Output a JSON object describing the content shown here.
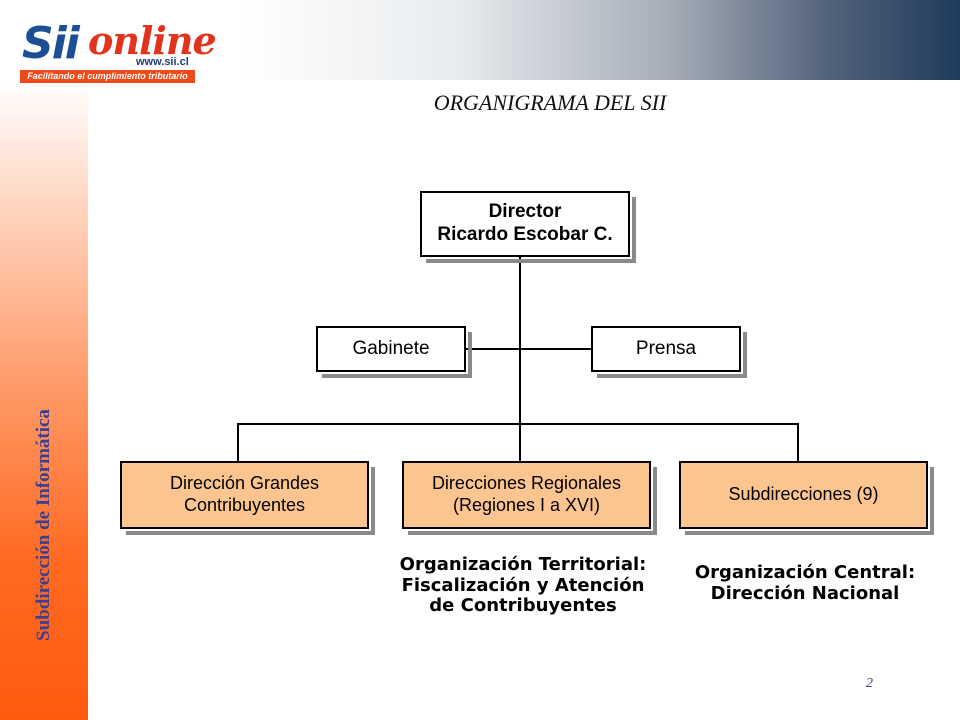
{
  "logo": {
    "brand_part1": "Sii",
    "brand_part2": "online",
    "url": "www.sii.cl",
    "tagline": "Facilitando el cumplimiento tributario"
  },
  "sidebar": {
    "label": "Subdirección de Informática"
  },
  "title": "ORGANIGRAMA DEL SII",
  "org_chart": {
    "director": {
      "line1": "Director",
      "line2": "Ricardo Escobar C."
    },
    "staff": {
      "left": "Gabinete",
      "right": "Prensa"
    },
    "divisions": [
      {
        "line1": "Dirección Grandes",
        "line2": "Contribuyentes"
      },
      {
        "line1": "Direcciones Regionales",
        "line2": "(Regiones I a XVI)"
      },
      {
        "line1": "Subdirecciones (9)",
        "line2": ""
      }
    ],
    "captions": [
      {
        "line1": "Organización Territorial:",
        "line2": "Fiscalización y Atención",
        "line3": "de Contribuyentes"
      },
      {
        "line1": "Organización Central:",
        "line2": "Dirección Nacional"
      }
    ]
  },
  "colors": {
    "division_fill": "#fcc590",
    "side_text": "#3b3f8f",
    "brand_blue": "#1d4f96",
    "brand_red": "#e2341d"
  },
  "page_number": "2"
}
